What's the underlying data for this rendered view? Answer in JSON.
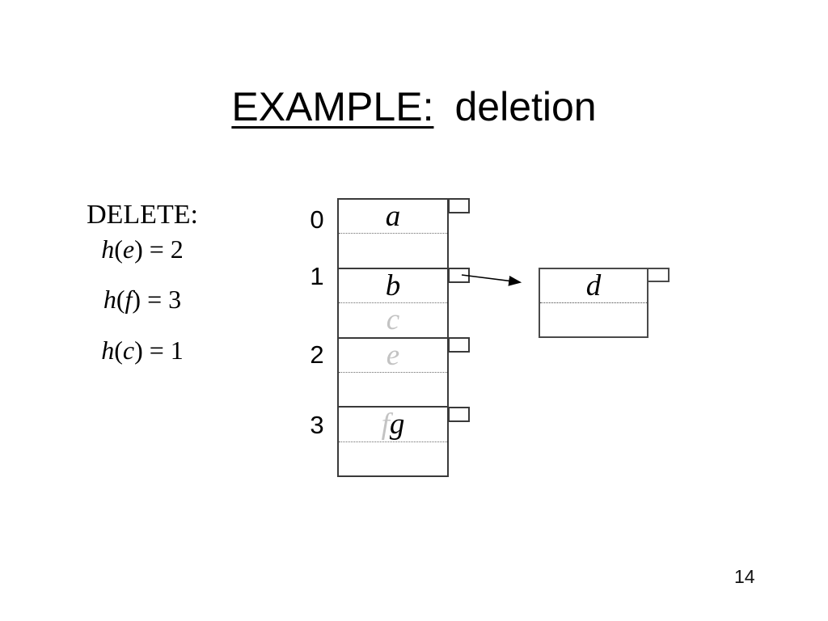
{
  "title": {
    "underlined": "EXAMPLE:",
    "rest": "deletion"
  },
  "delete_panel": {
    "heading": "DELETE:",
    "equations": [
      {
        "func": "h",
        "open": "(",
        "key": "e",
        "close": ")",
        "eq": "=",
        "value": "2"
      },
      {
        "func": "h",
        "open": "(",
        "key": "f",
        "close": ")",
        "eq": "=",
        "value": "3"
      },
      {
        "func": "h",
        "open": "(",
        "key": "c",
        "close": ")",
        "eq": "=",
        "value": "1"
      }
    ]
  },
  "hash_table": {
    "buckets": [
      {
        "index": "0",
        "top": [
          {
            "text": "a",
            "deleted": false
          }
        ],
        "bottom": []
      },
      {
        "index": "1",
        "top": [
          {
            "text": "b",
            "deleted": false
          }
        ],
        "bottom": [
          {
            "text": "c",
            "deleted": true
          }
        ]
      },
      {
        "index": "2",
        "top": [
          {
            "text": "e",
            "deleted": true
          }
        ],
        "bottom": []
      },
      {
        "index": "3",
        "top": [
          {
            "text": "f",
            "deleted": true
          },
          {
            "text": "g",
            "deleted": false
          }
        ],
        "bottom": []
      }
    ]
  },
  "overflow_node": {
    "linked_from_bucket": "1",
    "top": [
      {
        "text": "d",
        "deleted": false
      }
    ],
    "bottom": []
  },
  "page_number": "14",
  "colors": {
    "background": "#ffffff",
    "text": "#000000",
    "deleted_text": "#c3c3c3",
    "line": "#3a3a3a"
  }
}
